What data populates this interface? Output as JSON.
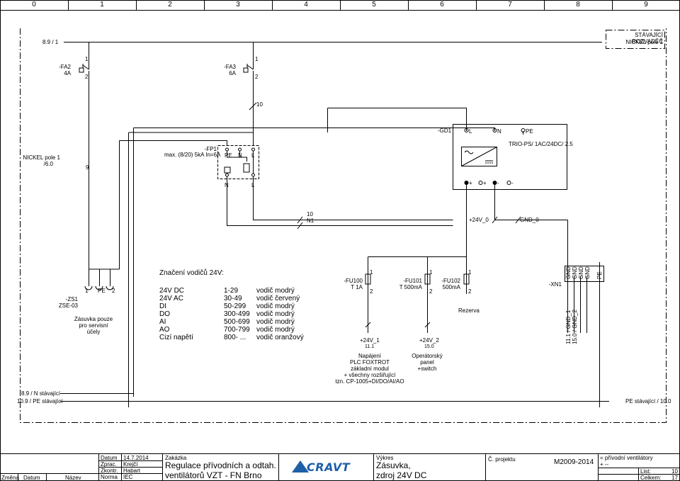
{
  "ruler": [
    "0",
    "1",
    "2",
    "3",
    "4",
    "5",
    "6",
    "7",
    "8",
    "9"
  ],
  "colors": {
    "line": "#000000",
    "dash": "#000000",
    "background": "#ffffff",
    "logo": "#1e5fa8"
  },
  "labels": {
    "xref_top": "8.9 / 1",
    "box_title_1": "STÁVAJÍCÍ ROZVADĚČ",
    "box_title_2": "NICKEL pole 1",
    "fa2_name": "-FA2",
    "fa2_rating": "4A",
    "fa2_pin1": "1",
    "fa2_pin2": "2",
    "fa3_name": "-FA3",
    "fa3_rating": "6A",
    "fa3_pin1": "1",
    "fa3_pin2": "2",
    "wire_10_top": "10",
    "gd1_name": "-GD1",
    "gd1_L": "L",
    "gd1_N": "N",
    "gd1_PE": "PE",
    "gd1_model": "TRIO-PS/  1AC/24DC/ 2.5",
    "gd1_out1": "+",
    "gd1_out2": "+",
    "gd1_out3": "-",
    "gd1_out4": "-",
    "nickel_ref_1": "NICKEL pole 1",
    "nickel_ref_2": "/6.0",
    "wire_9": "9",
    "fp1_name": "-FP1",
    "fp1_desc": "max. (8/20) 5kA In=6A",
    "fp1_pe": "PE",
    "fp1_n": "N",
    "fp1_l": "L",
    "fp1_bot_n": "N",
    "fp1_bot_l": "L",
    "wire_10_n1_a": "10",
    "wire_10_n1_b": "N1",
    "bus_24v": "+24V_0",
    "bus_gnd": "GND_0",
    "zs1_name": "-ZS1",
    "zs1_type": "ZSE-03",
    "zs1_p1": "1",
    "zs1_pe": "PE",
    "zs1_p2": "2",
    "zs1_desc_1": "Zásuvka pouze",
    "zs1_desc_2": "pro servisní",
    "zs1_desc_3": "účely",
    "legend_title": "Značení vodičů 24V:",
    "fu100_name": "-FU100",
    "fu100_rating": "T 1A",
    "fu100_p1": "1",
    "fu100_p2": "2",
    "fu101_name": "-FU101",
    "fu101_rating": "T 500mA",
    "fu101_p1": "1",
    "fu101_p2": "2",
    "fu102_name": "-FU102",
    "fu102_rating": "500mA",
    "fu102_p1": "1",
    "fu102_p2": "2",
    "rezerva": "Rezerva",
    "out_24v_1": "+24V_1",
    "out_24v_1_ref": "11.1",
    "out_24v_2": "+24V_2",
    "out_24v_2_ref": "15.0",
    "desc_plc_1": "Napájení",
    "desc_plc_2": "PLC FOXTROT",
    "desc_plc_3": "základní modul",
    "desc_plc_4": "+ všechny rozšiřující",
    "desc_plc_5": "tzn. CP-1005+DI/DO/AI/AO",
    "desc_op_1": "Operátorský",
    "desc_op_2": "panel",
    "desc_op_3": "+switch",
    "xn1_name": "-XN1",
    "xn1_t1": "GND",
    "xn1_t2": "GND",
    "xn1_t3": "GND",
    "xn1_t4": "GND",
    "xn1_pe": "PE",
    "gnd_ref_1": "11.1 / GND_1",
    "gnd_ref_2": "15.0 / GND_2",
    "n_stavajici": "8.9 / N stávající",
    "pe_stavajici_l": "10.9 / PE stávající",
    "pe_stavajici_r": "PE stávající / 10.0"
  },
  "legend": [
    {
      "code": "24V DC",
      "range": "1-29",
      "desc": "vodič modrý"
    },
    {
      "code": "24V AC",
      "range": "30-49",
      "desc": "vodič červený"
    },
    {
      "code": "DI",
      "range": "50-299",
      "desc": "vodič modrý"
    },
    {
      "code": "DO",
      "range": "300-499",
      "desc": "vodič modrý"
    },
    {
      "code": "AI",
      "range": "500-699",
      "desc": "vodič modrý"
    },
    {
      "code": "AO",
      "range": "700-799",
      "desc": "vodič modrý"
    },
    {
      "code": "Cizí napětí",
      "range": "800- ...",
      "desc": "vodič oranžový"
    }
  ],
  "titleblock": {
    "zmena": "Změna",
    "datum_col": "Datum",
    "nazev": "Název",
    "datum_label": "Datum",
    "datum_value": "14.7.2014",
    "zprac_label": "Zprac.",
    "zprac_value": "Krejčí",
    "zkontr_label": "Zkontr.",
    "zkontr_value": "Habart",
    "norma_label": "Norma",
    "norma_value": "IEC",
    "zakazka_label": "Zakázka",
    "zakazka_1": "Regulace přívodních a odtah.",
    "zakazka_2": "ventilátorů VZT - FN Brno",
    "logo": "CRAVT",
    "vykres_label": "Výkres",
    "vykres_1": "Zásuvka,",
    "vykres_2": "zdroj 24V DC",
    "projekt_label": "Č. projektu",
    "projekt_value": "M2009-2014",
    "right_1": "= přívodní ventilátory",
    "right_2": "+ --",
    "list_label": "List:",
    "list_value": "10",
    "celkem_label": "Celkem:",
    "celkem_value": "17"
  }
}
